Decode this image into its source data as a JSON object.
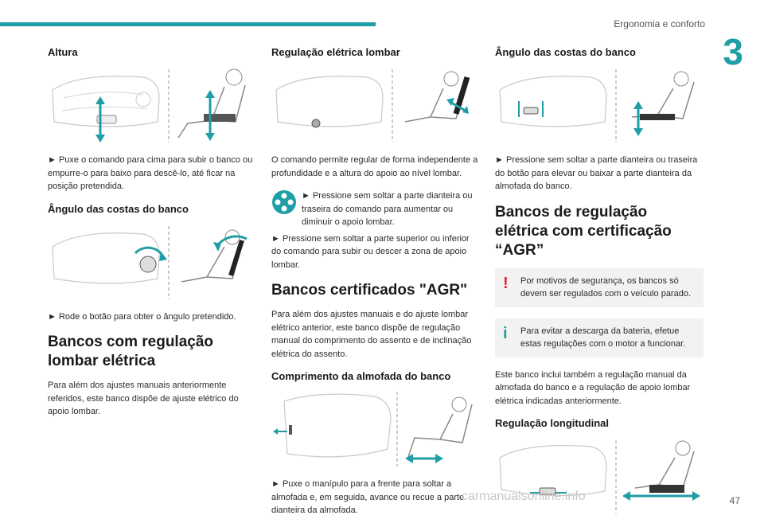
{
  "header": {
    "section_title": "Ergonomia e conforto",
    "chapter_number": "3"
  },
  "col1": {
    "altura_heading": "Altura",
    "altura_text": "► Puxe o comando para cima para subir o banco ou empurre-o para baixo para descê-lo, até ficar na posição pretendida.",
    "angulo_heading": "Ângulo das costas do banco",
    "angulo_text": "► Rode o botão para obter o ângulo pretendido.",
    "lombar_heading": "Bancos com regulação lombar elétrica",
    "lombar_text": "Para além dos ajustes manuais anteriormente referidos, este banco dispõe de ajuste elétrico do apoio lombar."
  },
  "col2": {
    "lombar_heading": "Regulação elétrica lombar",
    "lombar_text": "O comando permite regular de forma independente a profundidade e a altura do apoio ao nível lombar.",
    "press_text1": "► Pressione sem soltar a parte dianteira ou traseira do comando para aumentar ou diminuir o apoio lombar.",
    "press_text2": "► Pressione sem soltar a parte superior ou inferior do comando para subir ou descer a zona de apoio lombar.",
    "agr_heading": "Bancos certificados \"AGR\"",
    "agr_text": "Para além dos ajustes manuais e do ajuste lombar elétrico anterior, este banco dispõe de regulação manual do comprimento do assento e de inclinação elétrica do assento.",
    "almofada_heading": "Comprimento da almofada do banco",
    "almofada_text": "► Puxe o manípulo para a frente para soltar a almofada e, em seguida, avance ou recue a parte dianteira da almofada."
  },
  "col3": {
    "angulo_heading": "Ângulo das costas do banco",
    "angulo_text": "► Pressione sem soltar a parte dianteira ou traseira do botão para elevar ou baixar a parte dianteira da almofada do banco.",
    "agr_heading": "Bancos de regulação elétrica com certificação “AGR”",
    "warning_text": "Por motivos de segurança, os bancos só devem ser regulados com o veículo parado.",
    "info_text": "Para evitar a descarga da bateria, efetue estas regulações com o motor a funcionar.",
    "agr_text": "Este banco inclui também a regulação manual da almofada do banco e a regulação de apoio lombar elétrica indicadas anteriormente.",
    "long_heading": "Regulação longitudinal"
  },
  "footer": {
    "page_number": "47",
    "watermark": "carmanualsonline.info"
  },
  "colors": {
    "accent": "#1f9ea6",
    "warning": "#e4203c"
  }
}
